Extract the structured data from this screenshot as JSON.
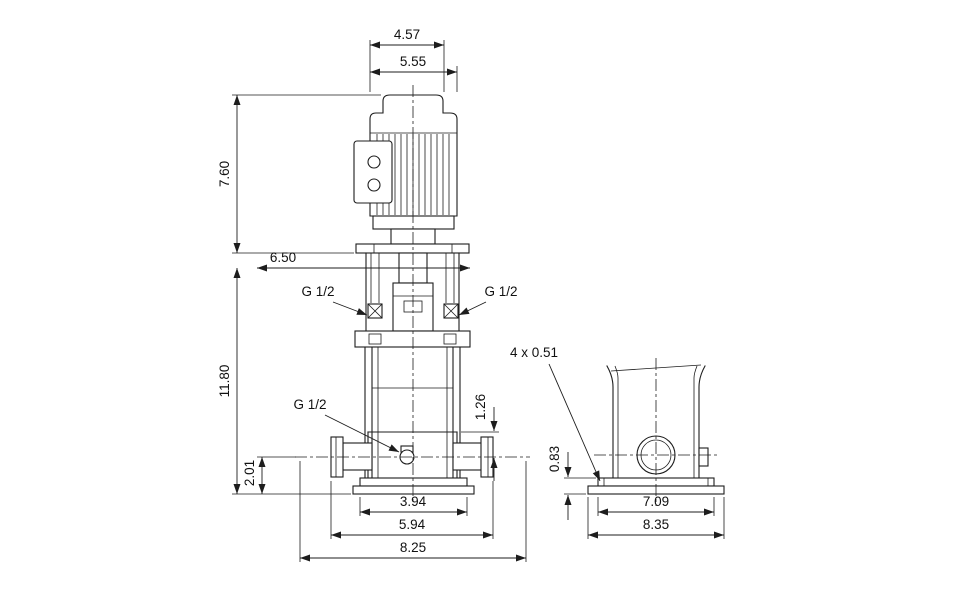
{
  "labels": {
    "top_width": "4.57",
    "motor_width": "5.55",
    "motor_height": "7.60",
    "head_width": "6.50",
    "vent_left": "G 1/2",
    "vent_right": "G 1/2",
    "pump_height": "11.80",
    "drain": "G 1/2",
    "port_height": "2.01",
    "chamber_height": "1.26",
    "base_holes": "4 x 0.51",
    "base_plate_height": "0.83",
    "bolt_span": "3.94",
    "port_span": "5.94",
    "overall_width": "8.25",
    "side_bolt_span": "7.09",
    "side_base_width": "8.35"
  }
}
